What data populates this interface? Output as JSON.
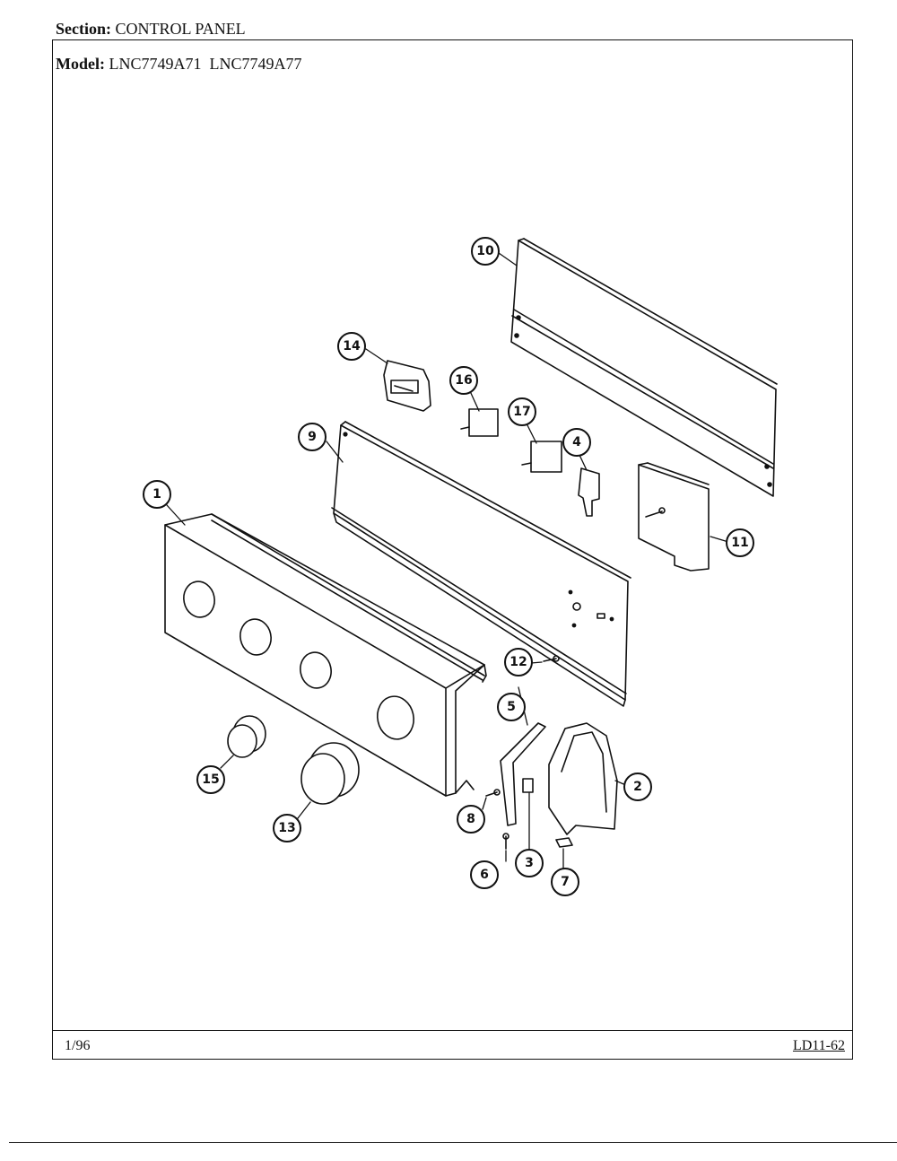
{
  "header": {
    "section_label": "Section:",
    "section_value": "CONTROL PANEL",
    "model_label": "Model:",
    "model_value": "LNC7749A71  LNC7749A77"
  },
  "footer": {
    "date": "1/96",
    "doc_code": "LD11-62"
  },
  "callouts": [
    "1",
    "2",
    "3",
    "4",
    "5",
    "6",
    "7",
    "8",
    "9",
    "10",
    "11",
    "12",
    "13",
    "14",
    "15",
    "16",
    "17"
  ]
}
